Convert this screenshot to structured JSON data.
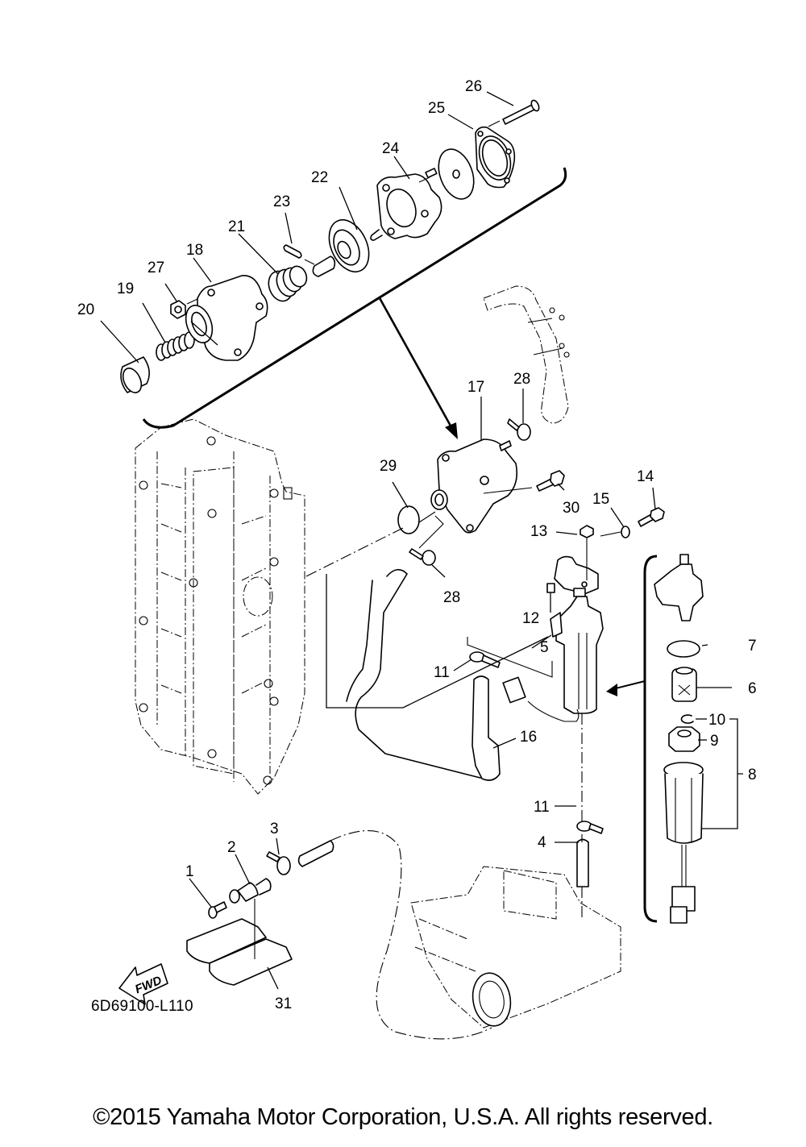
{
  "diagram": {
    "type": "exploded-parts-diagram",
    "subject": "Fuel system / vapor separator parts",
    "part_callouts": [
      {
        "id": "c1",
        "label": "1"
      },
      {
        "id": "c2",
        "label": "2"
      },
      {
        "id": "c3",
        "label": "3"
      },
      {
        "id": "c4",
        "label": "4"
      },
      {
        "id": "c5",
        "label": "5"
      },
      {
        "id": "c6",
        "label": "6"
      },
      {
        "id": "c7",
        "label": "7"
      },
      {
        "id": "c8",
        "label": "8"
      },
      {
        "id": "c9",
        "label": "9"
      },
      {
        "id": "c10",
        "label": "10"
      },
      {
        "id": "c11a",
        "label": "11"
      },
      {
        "id": "c11b",
        "label": "11"
      },
      {
        "id": "c12",
        "label": "12"
      },
      {
        "id": "c13",
        "label": "13"
      },
      {
        "id": "c14",
        "label": "14"
      },
      {
        "id": "c15",
        "label": "15"
      },
      {
        "id": "c16",
        "label": "16"
      },
      {
        "id": "c17",
        "label": "17"
      },
      {
        "id": "c18",
        "label": "18"
      },
      {
        "id": "c19",
        "label": "19"
      },
      {
        "id": "c20",
        "label": "20"
      },
      {
        "id": "c21",
        "label": "21"
      },
      {
        "id": "c22",
        "label": "22"
      },
      {
        "id": "c23",
        "label": "23"
      },
      {
        "id": "c24",
        "label": "24"
      },
      {
        "id": "c25",
        "label": "25"
      },
      {
        "id": "c26",
        "label": "26"
      },
      {
        "id": "c27",
        "label": "27"
      },
      {
        "id": "c28a",
        "label": "28"
      },
      {
        "id": "c28b",
        "label": "28"
      },
      {
        "id": "c29",
        "label": "29"
      },
      {
        "id": "c30",
        "label": "30"
      },
      {
        "id": "c31",
        "label": "31"
      }
    ],
    "direction_arrow_label": "FWD",
    "drawing_code": "6D69100-L110"
  },
  "footer": {
    "copyright": "©2015 Yamaha Motor Corporation, U.S.A. All rights reserved."
  },
  "colors": {
    "ink": "#000000",
    "paper": "#ffffff"
  }
}
